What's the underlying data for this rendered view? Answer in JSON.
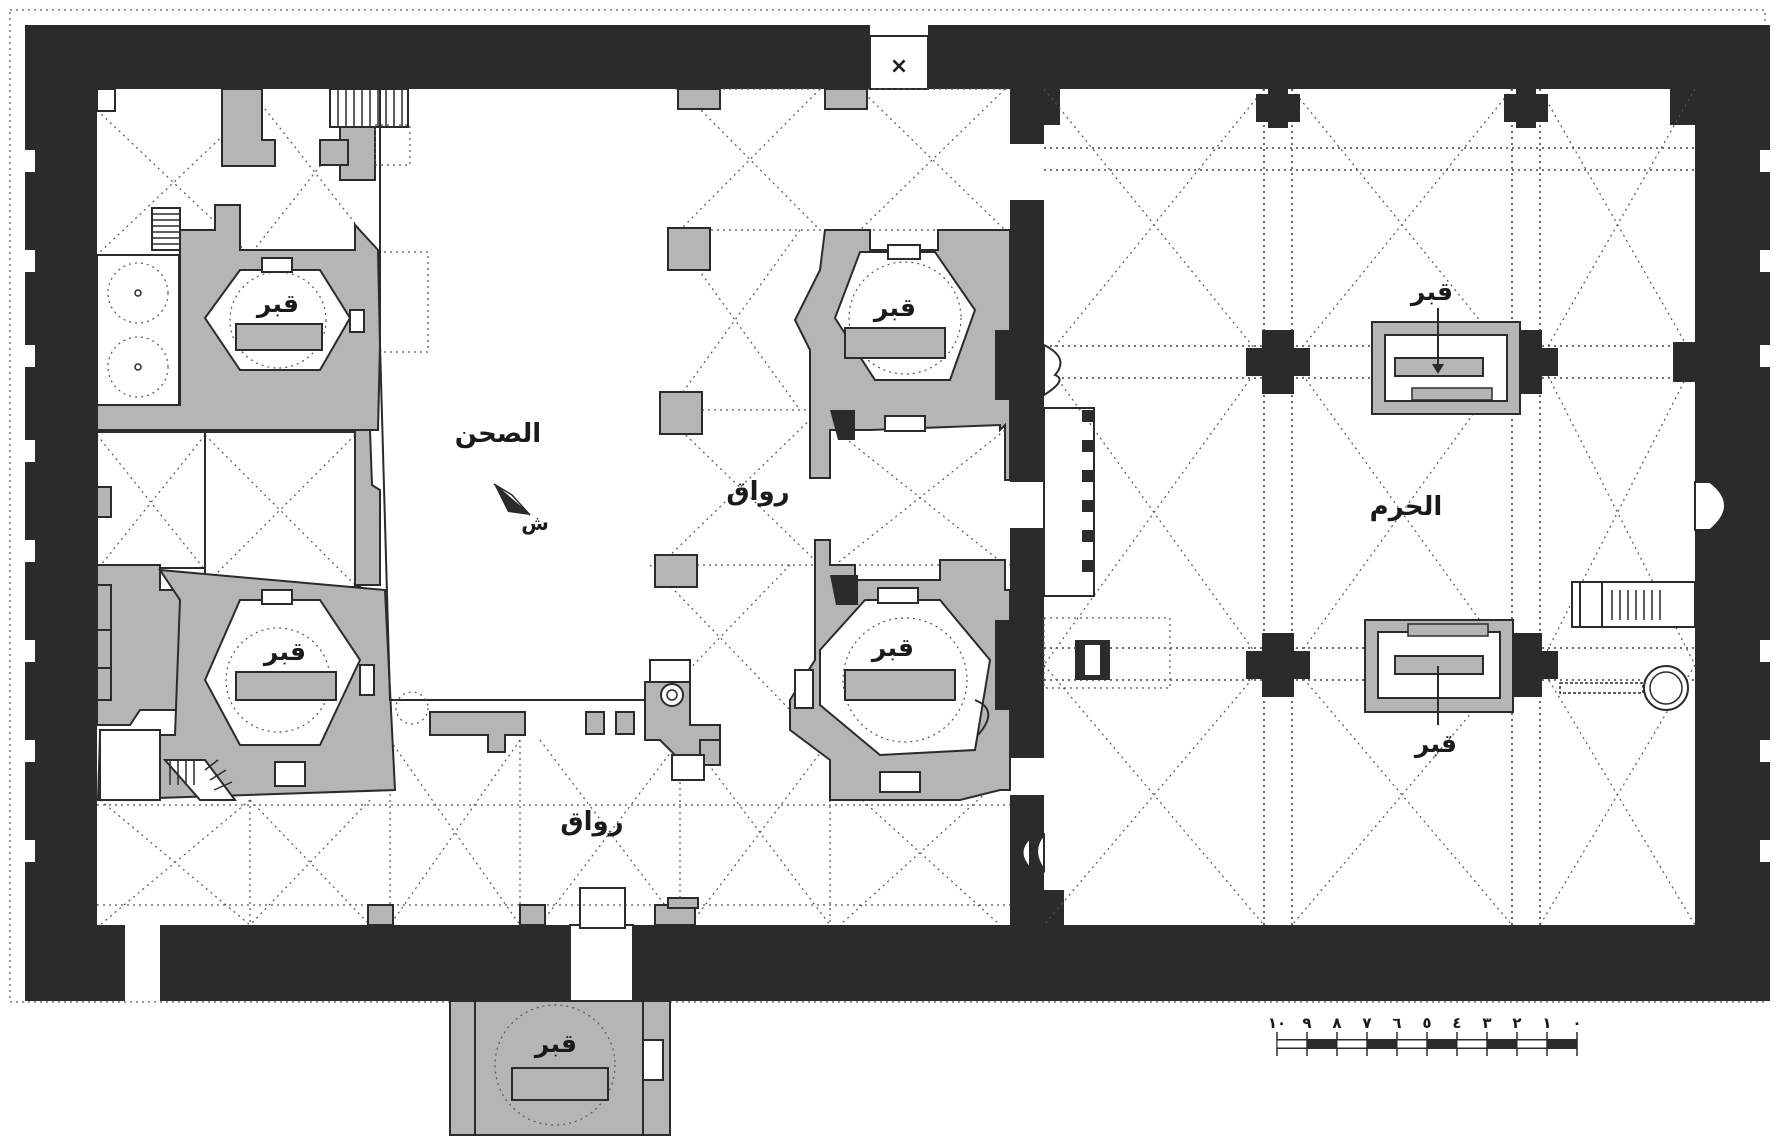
{
  "labels": {
    "courtyard": "الصحن",
    "haram": "الحرم",
    "riwaq_east": "رواق",
    "riwaq_south": "رواق",
    "north_marker": "ش",
    "door_mark": "×"
  },
  "tombs": [
    "قبر",
    "قبر",
    "قبر",
    "قبر",
    "قبر",
    "قبر",
    "قبر"
  ],
  "scale_bar": {
    "ticks": [
      "١٠",
      "٩",
      "٨",
      "٧",
      "٦",
      "٥",
      "٤",
      "٣",
      "٢",
      "١",
      "٠"
    ]
  },
  "colors": {
    "wall": "#2b2b2b",
    "fill": "#b5b5b5",
    "background": "#ffffff"
  }
}
